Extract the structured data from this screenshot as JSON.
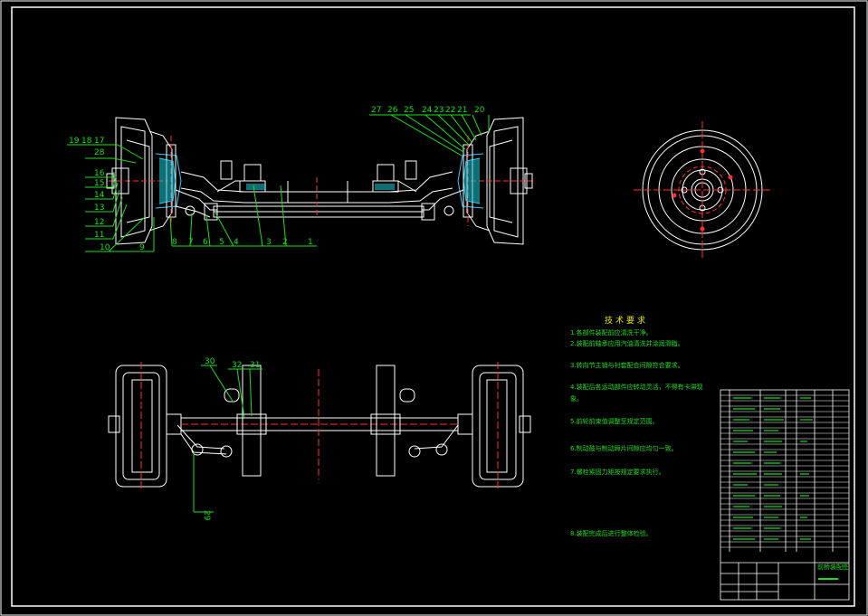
{
  "balloons": {
    "b1": "1",
    "b2": "2",
    "b3": "3",
    "b4": "4",
    "b5": "5",
    "b6": "6",
    "b7": "7",
    "b8": "8",
    "b9": "9",
    "b10": "10",
    "b11": "11",
    "b12": "12",
    "b13": "13",
    "b14": "14",
    "b15": "15",
    "b16": "16",
    "b17": "17",
    "b18": "18",
    "b19": "19",
    "b20": "20",
    "b21": "21",
    "b22": "22",
    "b23": "23",
    "b24": "24",
    "b25": "25",
    "b26": "26",
    "b27": "27",
    "b28": "28",
    "b29": "29",
    "b30": "30",
    "b31": "31",
    "b32": "32"
  },
  "tech_requirements": {
    "title": "技术要求",
    "items": [
      "1.各部件装配前应清洗干净。",
      "2.装配前轴承应用汽油清洗并涂润滑脂。",
      "3.转向节主销与衬套配合间隙符合要求。",
      "4.装配后各运动部件应转动灵活，不得有卡滞现象。",
      "5.前轮前束值调整至规定范围。",
      "6.制动鼓与制动蹄片间隙应均匀一致。",
      "7.螺栓紧固力矩按规定要求执行。",
      "8.装配完成后进行整体检验。"
    ]
  },
  "title_block": {
    "drawing_name": "前桥装配图"
  }
}
